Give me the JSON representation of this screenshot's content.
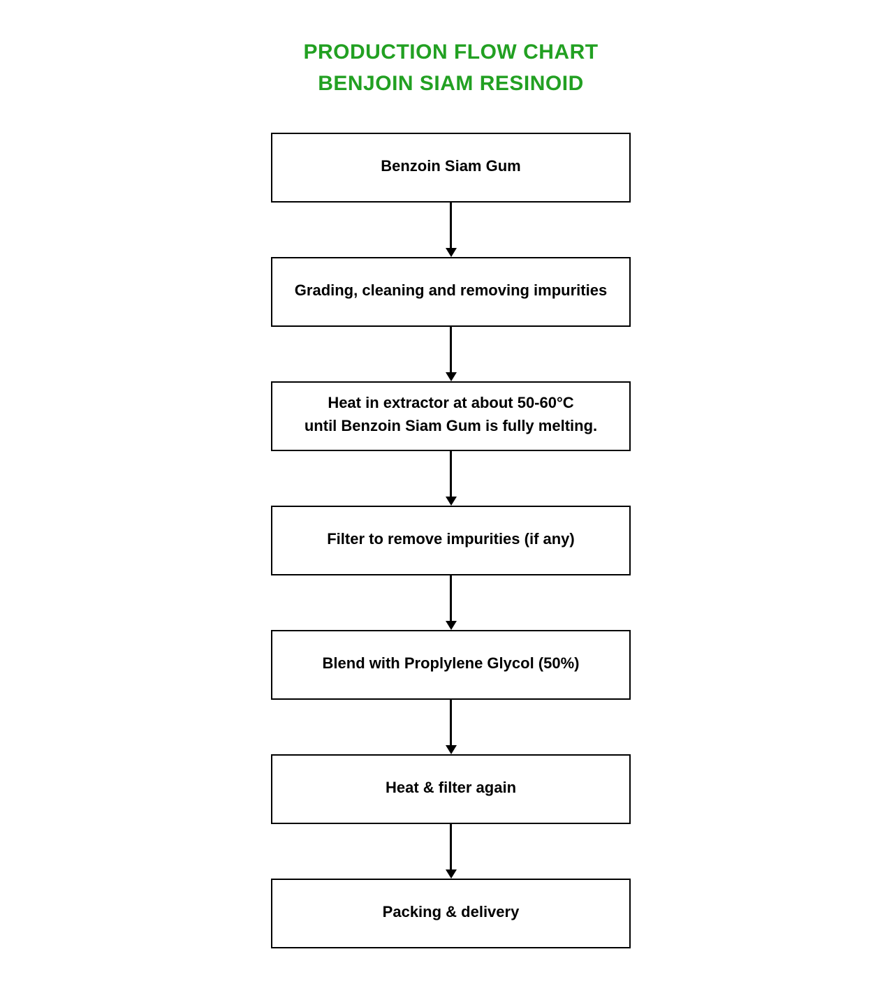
{
  "title": {
    "line1": "PRODUCTION FLOW CHART",
    "line2": "BENJOIN SIAM RESINOID",
    "color": "#22a022"
  },
  "flowchart": {
    "box_border_color": "#000000",
    "text_color": "#000000",
    "arrow_color": "#000000",
    "direction": "top-to-bottom",
    "steps": [
      {
        "label": "Benzoin Siam Gum"
      },
      {
        "label": "Grading, cleaning and removing impurities"
      },
      {
        "label": "Heat in extractor at about 50-60°C\nuntil Benzoin Siam Gum is fully melting."
      },
      {
        "label": "Filter to remove impurities (if any)"
      },
      {
        "label": "Blend with Proplylene Glycol (50%)"
      },
      {
        "label": "Heat & filter again"
      },
      {
        "label": "Packing & delivery"
      }
    ]
  }
}
